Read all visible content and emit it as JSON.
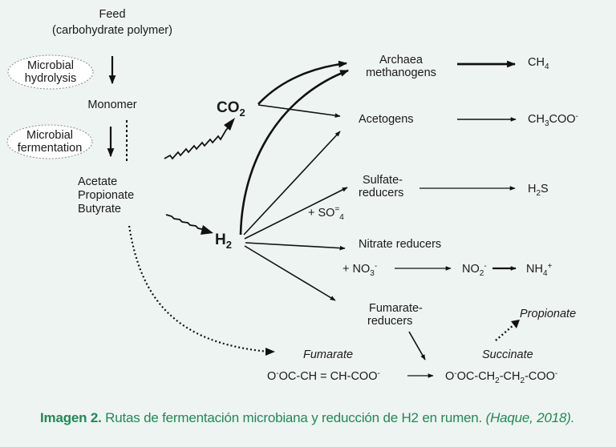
{
  "nodes": {
    "feed": "Feed",
    "feed_sub": "(carbohydrate polymer)",
    "hydrolysis_1": "Microbial",
    "hydrolysis_2": "hydrolysis",
    "monomer": "Monomer",
    "fermentation_1": "Microbial",
    "fermentation_2": "fermentation",
    "vfa_1": "Acetate",
    "vfa_2": "Propionate",
    "vfa_3": "Butyrate",
    "co2": "CO",
    "co2_sub": "2",
    "h2": "H",
    "h2_sub": "2",
    "archaea_1": "Archaea",
    "archaea_2": "methanogens",
    "ch4": "CH",
    "ch4_sub": "4",
    "acetogens": "Acetogens",
    "acetate_a": "CH",
    "acetate_b": "3",
    "acetate_c": "COO",
    "acetate_d": "-",
    "sulfate_1": "Sulfate-",
    "sulfate_2": "reducers",
    "so4_a": "+ SO",
    "so4_b": "=",
    "so4_c": "4",
    "h2s_a": "H",
    "h2s_b": "2",
    "h2s_c": "S",
    "nitrate": "Nitrate reducers",
    "no3_a": "+ NO",
    "no3_b": "3",
    "no3_c": "-",
    "no2_a": "NO",
    "no2_b": "2",
    "no2_c": "-",
    "nh4_a": "NH",
    "nh4_b": "4",
    "nh4_c": "+",
    "fumred_1": "Fumarate-",
    "fumred_2": "reducers",
    "fumarate": "Fumarate",
    "fumarate_formula_a": "O",
    "fumarate_formula_b": "-",
    "fumarate_formula_c": "OC-CH = CH-COO",
    "fumarate_formula_d": "-",
    "succinate": "Succinate",
    "succ_a": "O",
    "succ_b": "-",
    "succ_c": "OC-CH",
    "succ_d": "2",
    "succ_e": "-CH",
    "succ_f": "2",
    "succ_g": "-COO",
    "succ_h": "-",
    "propionate": "Propionate"
  },
  "caption": {
    "lead": "Imagen 2.",
    "text": "Rutas de fermentación microbiana y reducción de H2 en rumen.",
    "ref": "(Haque, 2018)."
  },
  "colors": {
    "background": "#eef4f2",
    "caption": "#1f8a56",
    "ink": "#111111"
  }
}
